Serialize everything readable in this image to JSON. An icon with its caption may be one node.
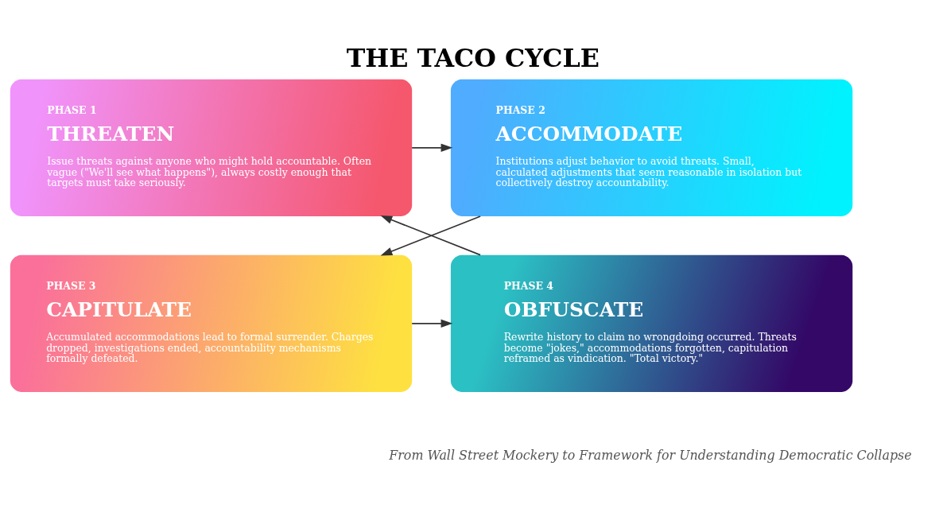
{
  "diagram": {
    "title": "THE TACO CYCLE",
    "caption": "From Wall Street Mockery to Framework for Understanding Democratic Collapse",
    "nodes": [
      {
        "text": [
          "PHASE 1",
          "THREATEN",
          "Issue threats against anyone who might hold accountable. Often vague (\"We'll see what happens\"), always costly enough that targets must take seriously."
        ]
      },
      {
        "text": [
          "PHASE 2",
          "ACCOMMODATE",
          "Institutions adjust behavior to avoid threats. Small, calculated adjustments that seem reasonable in isolation but collectively destroy accountability."
        ]
      },
      {
        "text": [
          "PHASE 4",
          "OBFUSCATE",
          "Rewrite history to claim no wrongdoing occurred. Threats become \"jokes,\" accommodations forgotten, capitulation reframed as vindication. \"Total victory.\""
        ]
      },
      {
        "text": [
          "PHASE 3",
          "CAPITULATE",
          "Accumulated accommodations lead to formal surrender. Charges dropped, investigations ended, accountability mechanisms formally defeated."
        ]
      }
    ],
    "edges": [
      {
        "from": 0,
        "to": 1,
        "arrow": "to"
      },
      {
        "from": 1,
        "to": 3,
        "arrow": "to"
      },
      {
        "from": 3,
        "to": 2,
        "arrow": "to"
      },
      {
        "from": 2,
        "to": 0,
        "arrow": "to"
      }
    ]
  }
}
